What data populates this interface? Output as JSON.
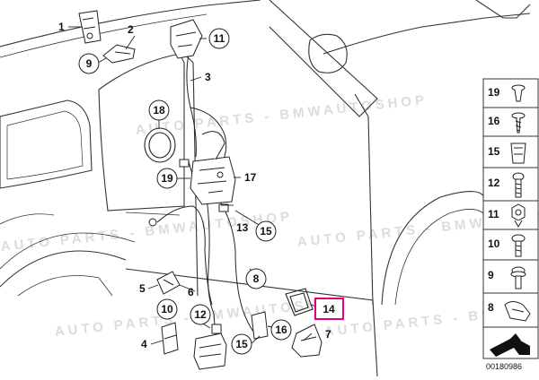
{
  "diagram": {
    "reference_number": "00180986",
    "watermark": "AUTO PARTS - BMWAUTOSHOP",
    "callouts_plain": [
      {
        "id": "c1",
        "label": "1"
      },
      {
        "id": "c2",
        "label": "2"
      },
      {
        "id": "c3",
        "label": "3"
      },
      {
        "id": "c4",
        "label": "4"
      },
      {
        "id": "c5",
        "label": "5"
      },
      {
        "id": "c6",
        "label": "6"
      },
      {
        "id": "c7",
        "label": "7"
      },
      {
        "id": "c8",
        "label": "8"
      },
      {
        "id": "c13",
        "label": "13"
      },
      {
        "id": "c17",
        "label": "17"
      }
    ],
    "callouts_circled": [
      {
        "id": "k9",
        "label": "9"
      },
      {
        "id": "k11",
        "label": "11"
      },
      {
        "id": "k18",
        "label": "18"
      },
      {
        "id": "k19",
        "label": "19"
      },
      {
        "id": "k15a",
        "label": "15"
      },
      {
        "id": "k8",
        "label": "8"
      },
      {
        "id": "k10",
        "label": "10"
      },
      {
        "id": "k12",
        "label": "12"
      },
      {
        "id": "k15b",
        "label": "15"
      },
      {
        "id": "k16",
        "label": "16"
      }
    ],
    "highlighted_callout": {
      "label": "14",
      "color": "#e0007a"
    },
    "side_panel": [
      {
        "label": "19"
      },
      {
        "label": "16"
      },
      {
        "label": "15"
      },
      {
        "label": "12"
      },
      {
        "label": "11"
      },
      {
        "label": "10"
      },
      {
        "label": "9"
      },
      {
        "label": "8"
      }
    ]
  }
}
